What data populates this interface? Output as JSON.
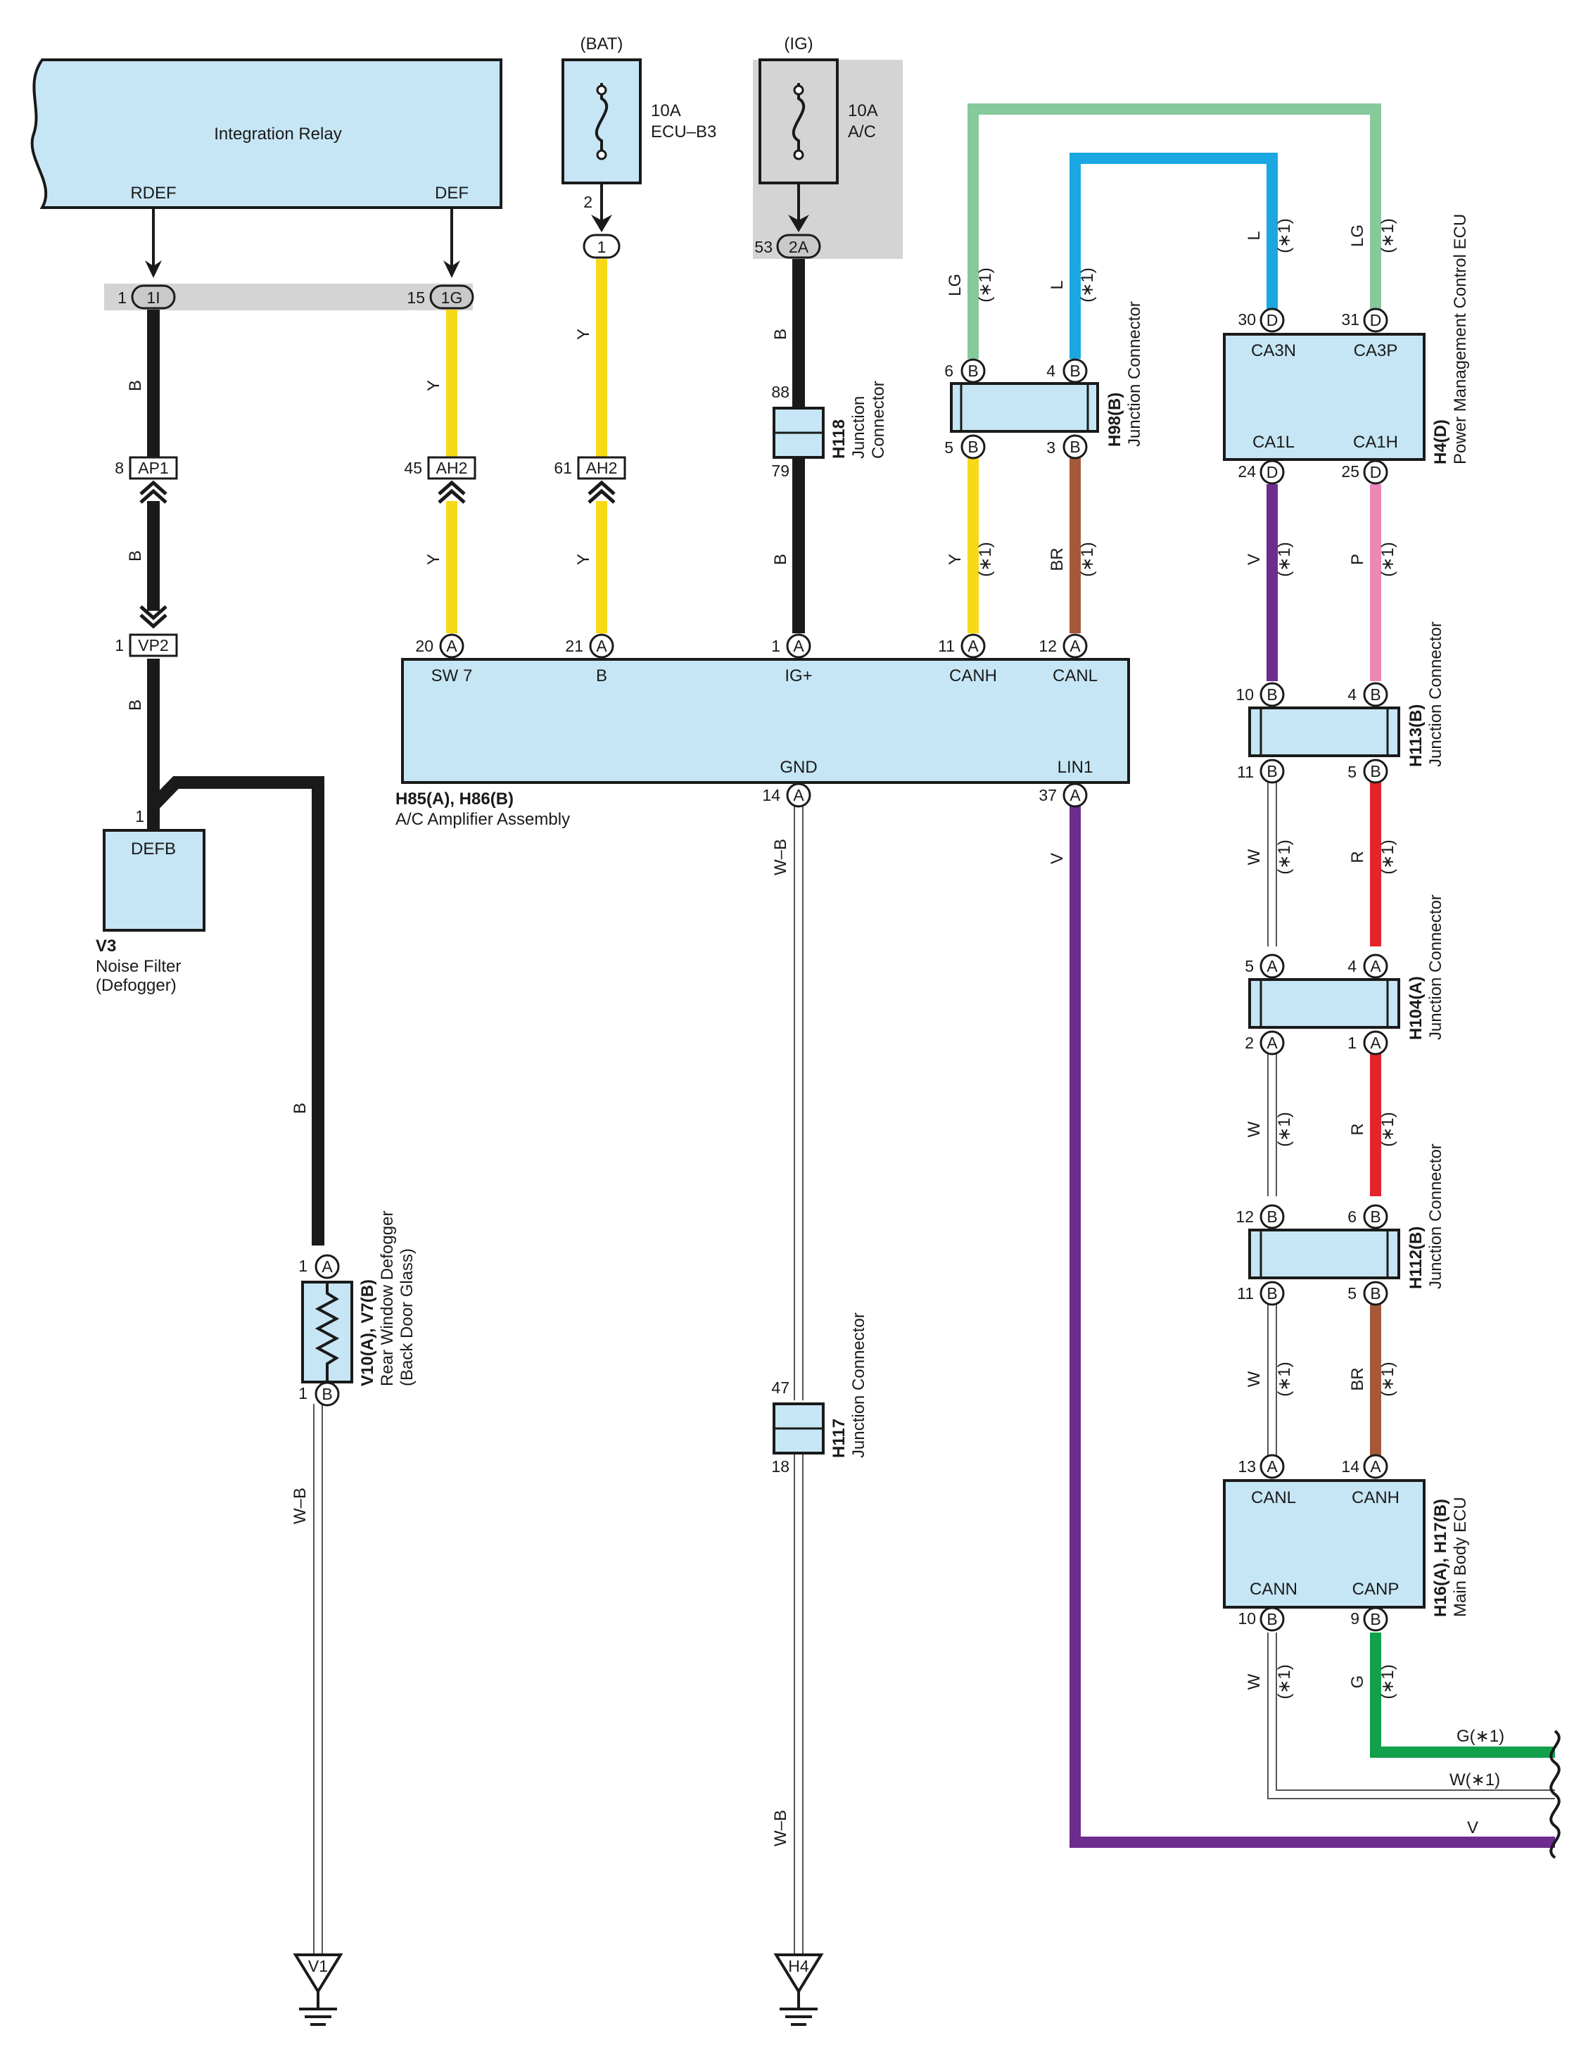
{
  "colors": {
    "box_fill": "#c6e6f5",
    "wire_black": "#1a1a1a",
    "wire_yellow": "#f7d917",
    "wire_light_green": "#86c99b",
    "wire_blue": "#1aa7e2",
    "wire_brown": "#a5593a",
    "wire_violet": "#6d2c8e",
    "wire_pink": "#ec87b7",
    "wire_red": "#e2242d",
    "wire_green": "#12a04b",
    "wire_white": "#ffffff",
    "shade_gray": "#d4d4d4"
  },
  "power": {
    "bat_label": "(BAT)",
    "bat_fuse_amp": "10A",
    "bat_fuse_name": "ECU–B3",
    "ig_label": "(IG)",
    "ig_fuse_amp": "10A",
    "ig_fuse_name": "A/C"
  },
  "integration_relay": {
    "name": "Integration Relay",
    "pin_rdef": "RDEF",
    "pin_def": "DEF"
  },
  "junction_block": {
    "pin1": "1",
    "conn1": "1I",
    "pin15": "15",
    "conn1g": "1G"
  },
  "bat_conn": {
    "pin2": "2",
    "conn": "1"
  },
  "ig_conn": {
    "pin53": "53",
    "conn": "2A"
  },
  "wire_letters": {
    "b": "B",
    "y": "Y",
    "lg": "LG",
    "l": "L",
    "br": "BR",
    "v": "V",
    "p": "P",
    "w": "W",
    "r": "R",
    "g": "G",
    "wb": "W–B",
    "note": "(∗1)"
  },
  "connectors": {
    "ap1_pin": "8",
    "ap1": "AP1",
    "vp2_pin": "1",
    "vp2": "VP2",
    "ah2a_pin": "45",
    "ah2a": "AH2",
    "ah2b_pin": "61",
    "ah2b": "AH2"
  },
  "h118": {
    "id": "H118",
    "desc_1": "Junction",
    "desc_2": "Connector",
    "pin_top": "88",
    "pin_bot": "79"
  },
  "h98": {
    "id": "H98(B)",
    "desc": "Junction Connector",
    "p6": "6",
    "p4": "4",
    "p5": "5",
    "p3": "3",
    "conn": "B"
  },
  "h4": {
    "id": "H4(D)",
    "desc": "Power Management Control ECU",
    "p30": "30",
    "p31": "31",
    "p24": "24",
    "p25": "25",
    "conn": "D",
    "ca3n": "CA3N",
    "ca3p": "CA3P",
    "ca1l": "CA1L",
    "ca1h": "CA1H"
  },
  "amp": {
    "id": "H85(A), H86(B)",
    "desc": "A/C Amplifier Assembly",
    "sw7": "SW 7",
    "b": "B",
    "igp": "IG+",
    "canh": "CANH",
    "canl": "CANL",
    "gnd": "GND",
    "lin1": "LIN1",
    "p20": "20",
    "p21": "21",
    "p1": "1",
    "p11": "11",
    "p12": "12",
    "p14": "14",
    "p37": "37",
    "conn": "A"
  },
  "noise_filter": {
    "id": "V3",
    "desc_1": "Noise Filter",
    "desc_2": "(Defogger)",
    "pin": "DEFB",
    "pin_no": "1"
  },
  "defogger": {
    "id": "V10(A), V7(B)",
    "desc_1": "Rear Window Defogger",
    "desc_2": "(Back Door Glass)",
    "p1": "1",
    "conn_a": "A",
    "p1b": "1",
    "conn_b": "B"
  },
  "h117": {
    "id": "H117",
    "desc": "Junction Connector",
    "p47": "47",
    "p18": "18"
  },
  "h113": {
    "id": "H113(B)",
    "desc": "Junction Connector",
    "p10": "10",
    "p4": "4",
    "p11": "11",
    "p5": "5",
    "conn": "B"
  },
  "h104": {
    "id": "H104(A)",
    "desc": "Junction Connector",
    "p5": "5",
    "p4": "4",
    "p2": "2",
    "p1": "1",
    "conn": "A"
  },
  "h112": {
    "id": "H112(B)",
    "desc": "Junction Connector",
    "p12": "12",
    "p6": "6",
    "p11": "11",
    "p5": "5",
    "conn": "B"
  },
  "main_body": {
    "id": "H16(A), H17(B)",
    "desc": "Main Body ECU",
    "p13": "13",
    "p14": "14",
    "p10": "10",
    "p9": "9",
    "conn_a": "A",
    "conn_b": "B",
    "canl": "CANL",
    "canh": "CANH",
    "cann": "CANN",
    "canp": "CANP"
  },
  "ground": {
    "v1": "V1",
    "h4": "H4"
  },
  "continuation": {
    "g": "G(∗1)",
    "w": "W(∗1)",
    "v": "V"
  }
}
